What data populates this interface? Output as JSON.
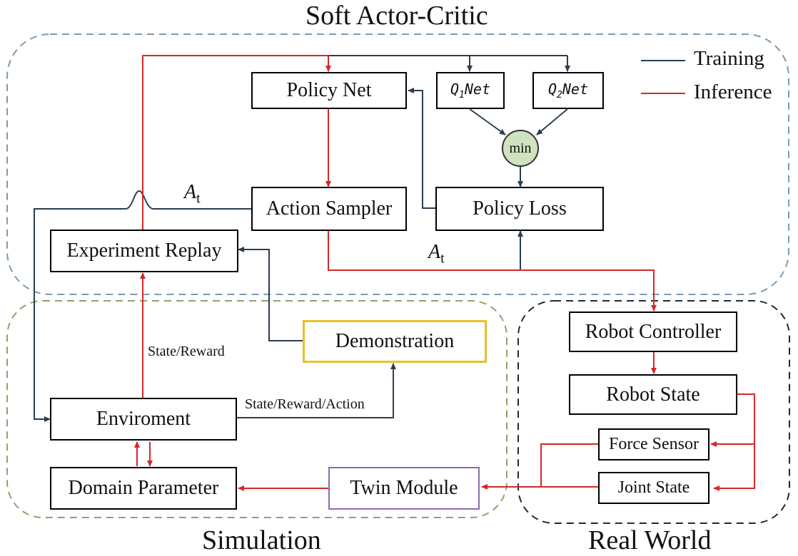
{
  "regions": {
    "sac": "Soft Actor-Critic",
    "simulation": "Simulation",
    "real_world": "Real World"
  },
  "legend": {
    "training": "Training",
    "inference": "Inference"
  },
  "nodes": {
    "policy_net": "Policy Net",
    "q1_net": "Net",
    "q2_net": "Net",
    "q1_symbol": "Q",
    "q1_sub": "1",
    "q2_symbol": "Q",
    "q2_sub": "2",
    "min": "min",
    "action_sampler": "Action Sampler",
    "policy_loss": "Policy Loss",
    "experiment_replay": "Experiment Replay",
    "demonstration": "Demonstration",
    "environment": "Enviroment",
    "domain_parameter": "Domain Parameter",
    "twin_module": "Twin Module",
    "robot_controller": "Robot Controller",
    "robot_state": "Robot State",
    "force_sensor": "Force Sensor",
    "joint_state": "Joint State"
  },
  "edge_labels": {
    "at_symbol": "A",
    "at_sub": "t",
    "state_reward": "State/Reward",
    "state_reward_action": "State/Reward/Action"
  },
  "colors": {
    "training": "#2c3e50",
    "inference": "#d62728",
    "sac_border": "#7a9bb5",
    "sim_border": "#8ea36a",
    "real_border": "#1f2a3a",
    "demo_border": "#e6c229",
    "twin_border": "#8a6bb0",
    "min_fill": "#cfe3c0"
  }
}
